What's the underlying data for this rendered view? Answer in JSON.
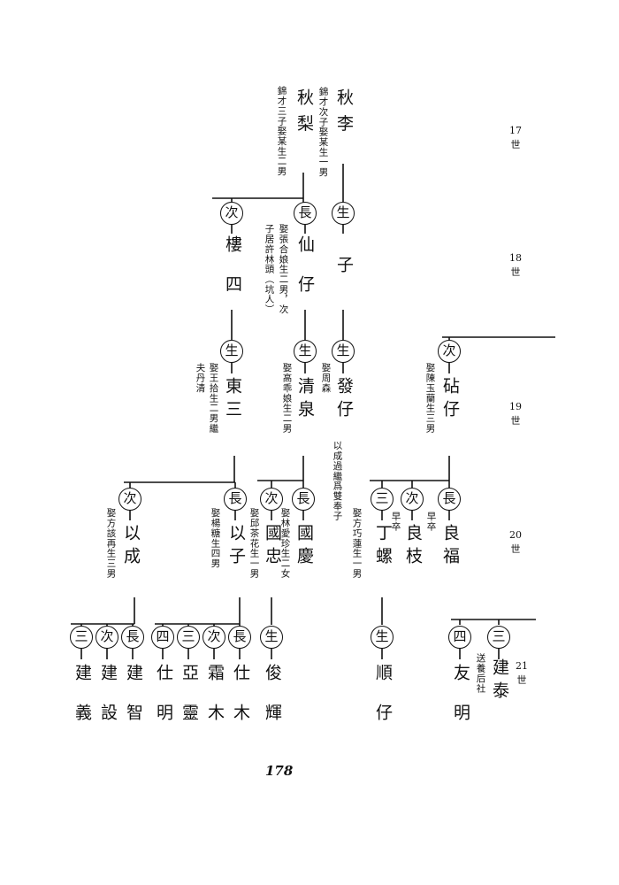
{
  "generations": [
    "17\n世",
    "18\n世",
    "19\n世",
    "20\n世",
    "21\n世"
  ],
  "gen17": {
    "li_name": "秋李",
    "li_note": "錦才次子娶某生一男",
    "yi_name": "秋梨",
    "yi_note": "錦才三子娶某生二男"
  },
  "gen18": {
    "zi_mark": "生",
    "zi_name": "子",
    "xianzai_mark": "長",
    "xianzai_name": "仙仔",
    "xianzai_note_1": "娶張合娘生二男，次",
    "xianzai_note_2": "子居許林頭（坑人）",
    "lousi_mark": "次",
    "lousi_name": "樓四"
  },
  "gen19": {
    "fazai_mark": "生",
    "fazai_name": "發仔",
    "fazai_note": "娶周森",
    "fazai_note2": "以成過繼爲雙奉子",
    "qingquan_mark": "生",
    "qingquan_name": "清泉",
    "qingquan_note": "娶高乖娘生二男",
    "dongsan_mark": "生",
    "dongsan_name": "東三",
    "dongsan_note": "娶王拾生二男繼",
    "dongsan_note2": "夫丹清",
    "shizai_mark": "次",
    "shizai_name": "砧仔",
    "shizai_note": "娶陳玉蘭生三男"
  },
  "gen20": {
    "yicheng_mark": "次",
    "yicheng_name": "以成",
    "yicheng_note": "娶方該再生三男",
    "yizi_mark": "長",
    "yizi_name": "以子",
    "yizi_note": "娶楊糖生四男",
    "guozhong_mark": "次",
    "guozhong_name": "國忠",
    "guozhong_note": "娶邱茶花生一男",
    "guoqing_mark": "長",
    "guoqing_name": "國慶",
    "guoqing_note": "娶林愛珍生二女",
    "dingluo_mark": "三",
    "dingluo_name": "丁螺",
    "dingluo_note": "娶方巧蓮生一男",
    "liangzhi_mark": "次",
    "liangzhi_name": "良枝",
    "liangzhi_note": "早卒",
    "liangfu_mark": "長",
    "liangfu_name": "良福",
    "liangfu_note": "早卒"
  },
  "gen21": {
    "jianyi_mark": "三",
    "jianyi_name": "建義",
    "jianshe_mark": "次",
    "jianshe_name": "建設",
    "jianzhi_mark": "長",
    "jianzhi_name": "建智",
    "shiming_mark": "四",
    "shiming_name": "仕明",
    "yaling_mark": "三",
    "yaling_name": "亞靈",
    "shuangmu_mark": "次",
    "shuangmu_name": "霜木",
    "shimu_mark": "長",
    "shimu_name": "仕木",
    "junhui_mark": "生",
    "junhui_name": "俊輝",
    "shunzai_mark": "生",
    "shunzai_name": "順仔",
    "youming_mark": "四",
    "youming_name": "友明",
    "jiantai_mark": "三",
    "jiantai_name": "建泰",
    "jiantai_note": "送養后社"
  },
  "page_number": "178"
}
